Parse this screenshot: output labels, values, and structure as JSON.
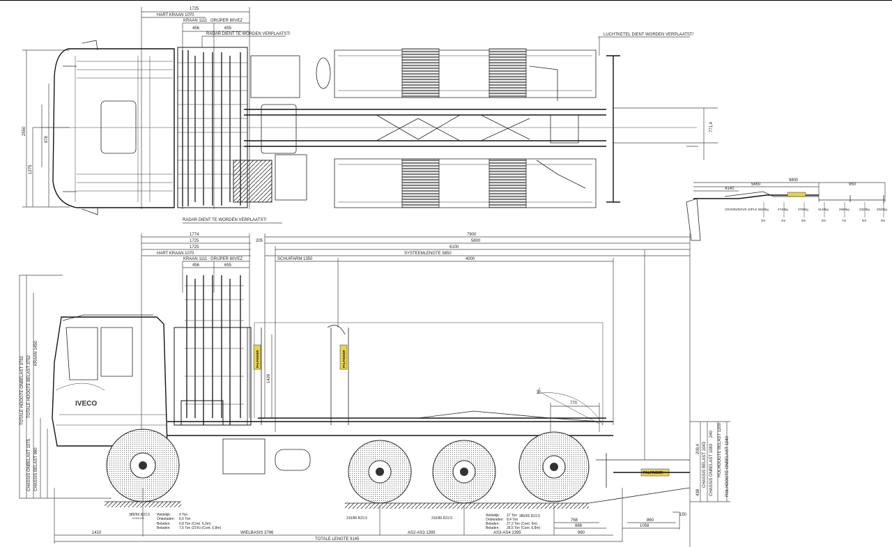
{
  "top_view": {
    "dim_1725": "1725",
    "hart_kraan": "HART KRAAN 1070",
    "kraan": "KRAAN 1111",
    "grijper": "GRIJPER 80VEZ",
    "dim_456": "456",
    "dim_655": "655",
    "radar_note_top": "RADAR DIENT TE WORDEN VERPLAATST!",
    "radar_note_bottom": "RADAR DIENT TE WORDEN VERPLAATST!",
    "luchtketel_note": "LUCHTKETEL DIENT WORDEN VERPLAATST!",
    "width_2550": "2550",
    "half_1275": "1275",
    "dim_771": "771,4",
    "dim_976": "976"
  },
  "crane_diagram": {
    "reach_total": "9800",
    "reach_a": "5450",
    "reach_b": "4140",
    "reach_c": "950",
    "model": "CROWN/DOVE 10PLS",
    "loads": [
      "6620kg",
      "4740kg",
      "3760kg",
      "3140kg",
      "2690kg",
      "2320kg",
      "2020kg"
    ],
    "distances": [
      "3m",
      "4m",
      "5m",
      "6m",
      "7m",
      "8m",
      "9m"
    ]
  },
  "side_view": {
    "dim_1774": "1774",
    "dim_1725a": "1725",
    "dim_1725b": "1725",
    "hart_kraan": "HART KRAAN 1070",
    "kraan": "KRAAN 1111",
    "grijper": "GRIJPER 80VEZ",
    "dim_456": "456",
    "dim_655": "655",
    "dim_205": "205",
    "dim_7900": "7900",
    "dim_5800": "5800",
    "dim_6100": "6100",
    "systeemlengte": "SYSTEEMLENGTE 5850",
    "schuifarm": "SCHUIFARM 1350",
    "dim_4000": "4000",
    "dim_770": "770",
    "angle": "45°",
    "dim_1426": "1426",
    "brand_cab": "IVECO",
    "brand_crane": "PALFINGER",
    "left_heights": [
      "TOTALE HOOGTE ONBELAST 3792",
      "TOTALE HOOGTE BELAST 3752",
      "KRAAN 1450",
      "CHASSIS ONBELAST 1075",
      "CHASSIS BELAST 980"
    ],
    "right_heights": [
      "CHASSIS BELAST 1043",
      "CHASSIS ONBELAST 1083",
      "ROLHOOGTE BELAST 1200",
      "ROLHOOGTE ONBELAST 1240"
    ],
    "dim_438": "438",
    "dim_240": "240",
    "dim_209": "209,4"
  },
  "axles": {
    "tyre_front": "385/65 R22.5",
    "tyre_front_sub": "9.000 KG",
    "tyre_2": "315/80 R22.5",
    "tyre_3": "315/80 R22.5",
    "tyre_4": "385/65 R22.5",
    "front_load": [
      "Wettelijk:",
      "9  Ton",
      "Onbeladen:",
      "6,6 Ton",
      "Beladen:",
      "6,8 Ton (Cont. 6,3m)",
      "Beladen:",
      "7,5 Ton (21%) (Cont. 6,8m)"
    ],
    "rear_load": [
      "Wettelijk:",
      "27  Ton",
      "Onbeladen:",
      "8,4 Ton",
      "Beladen:",
      "27,2 Ton (Cont. 6m)",
      "Beladen:",
      "28,5 Ton (Cont. 6,8m)"
    ]
  },
  "bottom_dims": {
    "overhang_front": "1410",
    "wielbasis": "WIELBASIS 3796",
    "totale_lengte": "TOTALE LENGTE 9145",
    "as2_as3": "AS2-AS3 1395",
    "as3_as4": "AS3-AS4 1395",
    "d768": "768",
    "d888": "888",
    "d960": "960",
    "d860": "860",
    "d1058": "1058",
    "d150": "150"
  }
}
